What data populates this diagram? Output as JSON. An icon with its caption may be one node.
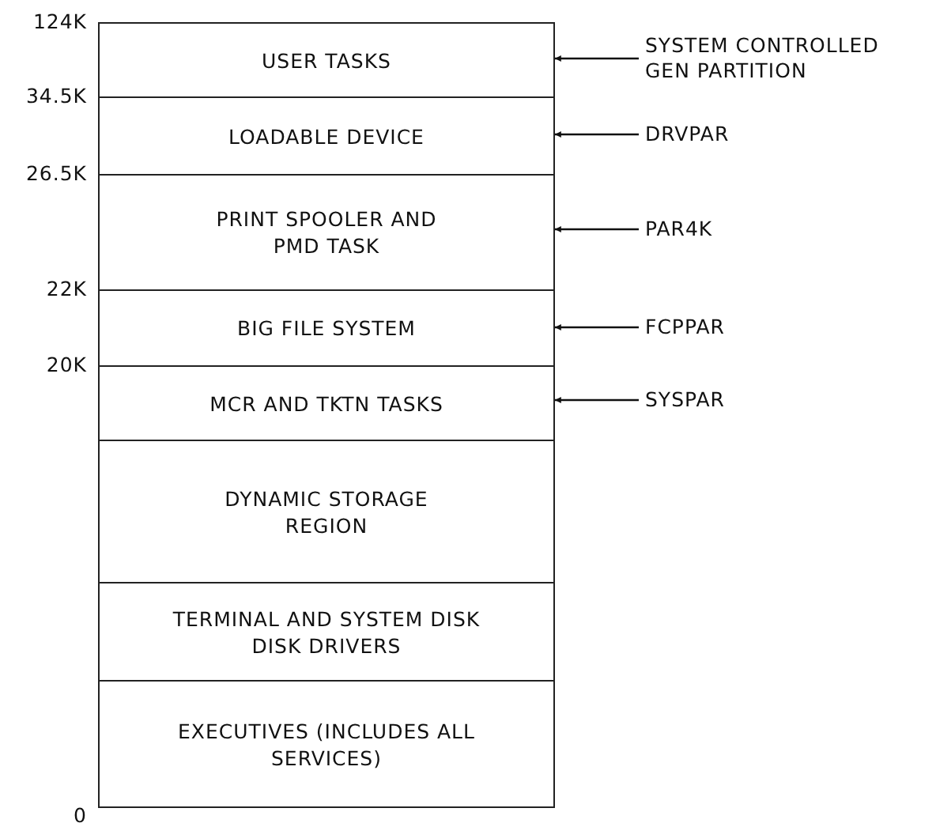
{
  "diagram": {
    "nodes": [
      {
        "text": [
          "USER TASKS"
        ]
      },
      {
        "text": [
          "LOADABLE DEVICE"
        ]
      },
      {
        "text": [
          "PRINT SPOOLER AND PMD TASK"
        ]
      },
      {
        "text": [
          "BIG FILE SYSTEM"
        ]
      },
      {
        "text": [
          "MCR AND TKTN TASKS"
        ]
      },
      {
        "text": [
          "DYNAMIC STORAGE REGION"
        ]
      },
      {
        "text": [
          "TERMINAL AND SYSTEM DISK DISK DRIVERS"
        ]
      },
      {
        "text": [
          "EXECUTIVES (INCLUDES ALL SERVICES)"
        ]
      },
      {
        "text": [
          "SYSTEM CONTROLLED GEN PARTITION"
        ]
      },
      {
        "text": [
          "DRVPAR"
        ]
      },
      {
        "text": [
          "PAR4K"
        ]
      },
      {
        "text": [
          "FCPPAR"
        ]
      },
      {
        "text": [
          "SYSPAR"
        ]
      }
    ],
    "edges": [
      {
        "from": 8,
        "to": 0,
        "arrow": "to"
      },
      {
        "from": 9,
        "to": 1,
        "arrow": "to"
      },
      {
        "from": 10,
        "to": 2,
        "arrow": "to"
      },
      {
        "from": 11,
        "to": 3,
        "arrow": "to"
      },
      {
        "from": 12,
        "to": 4,
        "arrow": "to"
      }
    ],
    "labels": [
      "124K",
      "34.5K",
      "26.5K",
      "22K",
      "20K",
      "0"
    ]
  }
}
